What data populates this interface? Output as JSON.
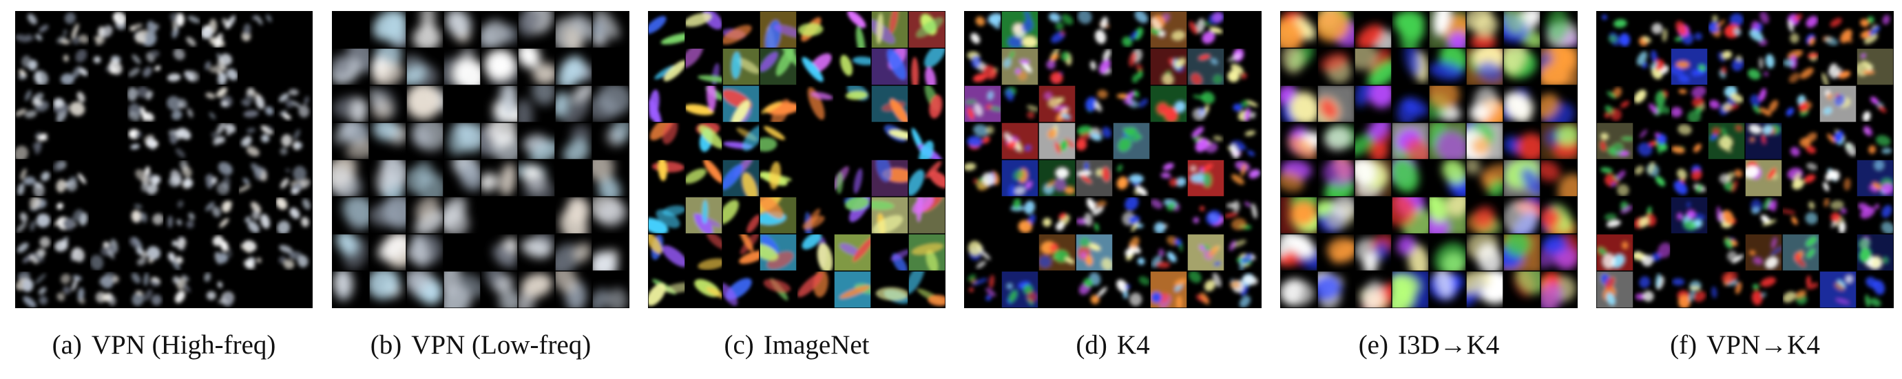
{
  "figure": {
    "panels": [
      {
        "id": "a",
        "tag": "(a)",
        "caption": "VPN (High-freq)",
        "grid": 8,
        "palette": "grayscale",
        "frequency": "high",
        "colors": [
          "#ffffff",
          "#d8dde6",
          "#b9c2cf",
          "#8c97a8",
          "#6b7180",
          "#e8e3da"
        ]
      },
      {
        "id": "b",
        "tag": "(b)",
        "caption": "VPN (Low-freq)",
        "grid": 8,
        "palette": "grayscale",
        "frequency": "low",
        "colors": [
          "#ffffff",
          "#dfe3ea",
          "#c4ccd6",
          "#9aa5b4",
          "#6e7480",
          "#e6ddd2",
          "#b7d8e8"
        ]
      },
      {
        "id": "c",
        "tag": "(c)",
        "caption": "ImageNet",
        "grid": 8,
        "palette": "color",
        "frequency": "gabor",
        "colors": [
          "#f2f7a2",
          "#c9f06c",
          "#7bd66a",
          "#ffd24a",
          "#ff8a3d",
          "#e84b4b",
          "#3d6bff",
          "#9b5cff",
          "#45d0ff",
          "#e070ff"
        ]
      },
      {
        "id": "d",
        "tag": "(d)",
        "caption": "K4",
        "grid": 8,
        "palette": "color",
        "frequency": "mixed",
        "colors": [
          "#31c44f",
          "#2a49ff",
          "#ff3b3b",
          "#f6f3a0",
          "#8ad5ff",
          "#d05dff",
          "#ffffff",
          "#ff9a3d"
        ]
      },
      {
        "id": "e",
        "tag": "(e)",
        "caption": "I3D→K4",
        "grid": 8,
        "palette": "color",
        "frequency": "blobs",
        "colors": [
          "#ff3a2f",
          "#2940ff",
          "#44d14f",
          "#f8f0a8",
          "#b84cff",
          "#ff9d3a",
          "#b7ff7a",
          "#ffffff"
        ]
      },
      {
        "id": "f",
        "tag": "(f)",
        "caption": "VPN→K4",
        "grid": 8,
        "palette": "color",
        "frequency": "mixed",
        "colors": [
          "#ff3333",
          "#2d48ff",
          "#3fcf5e",
          "#f2f0a0",
          "#d24dff",
          "#ffffff",
          "#8fe0ff",
          "#ff8e3a"
        ]
      }
    ]
  }
}
